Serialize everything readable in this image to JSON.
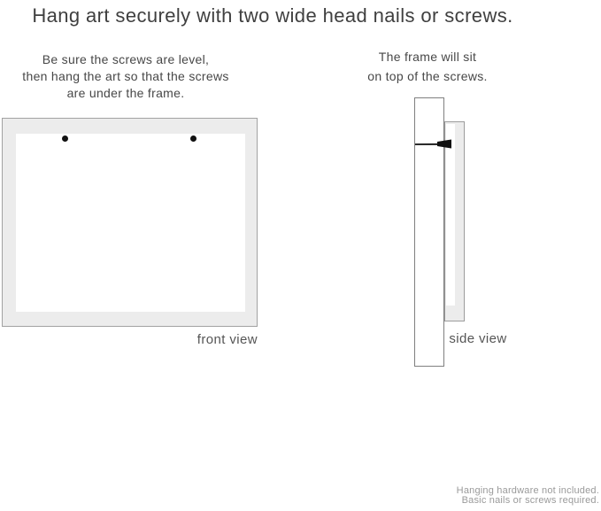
{
  "title": "Hang art securely with two wide head nails or screws.",
  "front": {
    "instructions": {
      "line1": "Be sure the screws are level,",
      "line2": "then hang the art so that the screws",
      "line3": "are under the frame."
    },
    "label": "front view",
    "nail_count": 2
  },
  "side": {
    "instructions": {
      "line1": "The frame will sit",
      "line2": "on top of the screws."
    },
    "label": "side view"
  },
  "footer": {
    "line1": "Hanging hardware not included.",
    "line2": "Basic nails or screws required."
  },
  "colors": {
    "text": "#3f3f3f",
    "body_text": "#474747",
    "label_text": "#555555",
    "muted_text": "#9a9a9a",
    "frame_fill": "#ececec",
    "frame_border": "#a2a2a2",
    "wall_border": "#7f7f7f",
    "nail": "#111111",
    "bg": "#ffffff"
  }
}
